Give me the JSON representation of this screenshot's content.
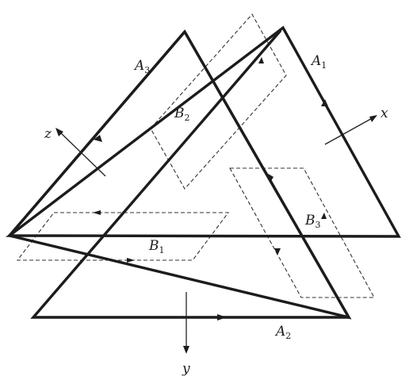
{
  "labels": {
    "A1": {
      "letter": "A",
      "index": "1"
    },
    "A2": {
      "letter": "A",
      "index": "2"
    },
    "A3": {
      "letter": "A",
      "index": "3"
    },
    "B1": {
      "letter": "B",
      "index": "1"
    },
    "B2": {
      "letter": "B",
      "index": "2"
    },
    "B3": {
      "letter": "B",
      "index": "3"
    }
  },
  "axes": {
    "x": "x",
    "y": "y",
    "z": "z"
  }
}
